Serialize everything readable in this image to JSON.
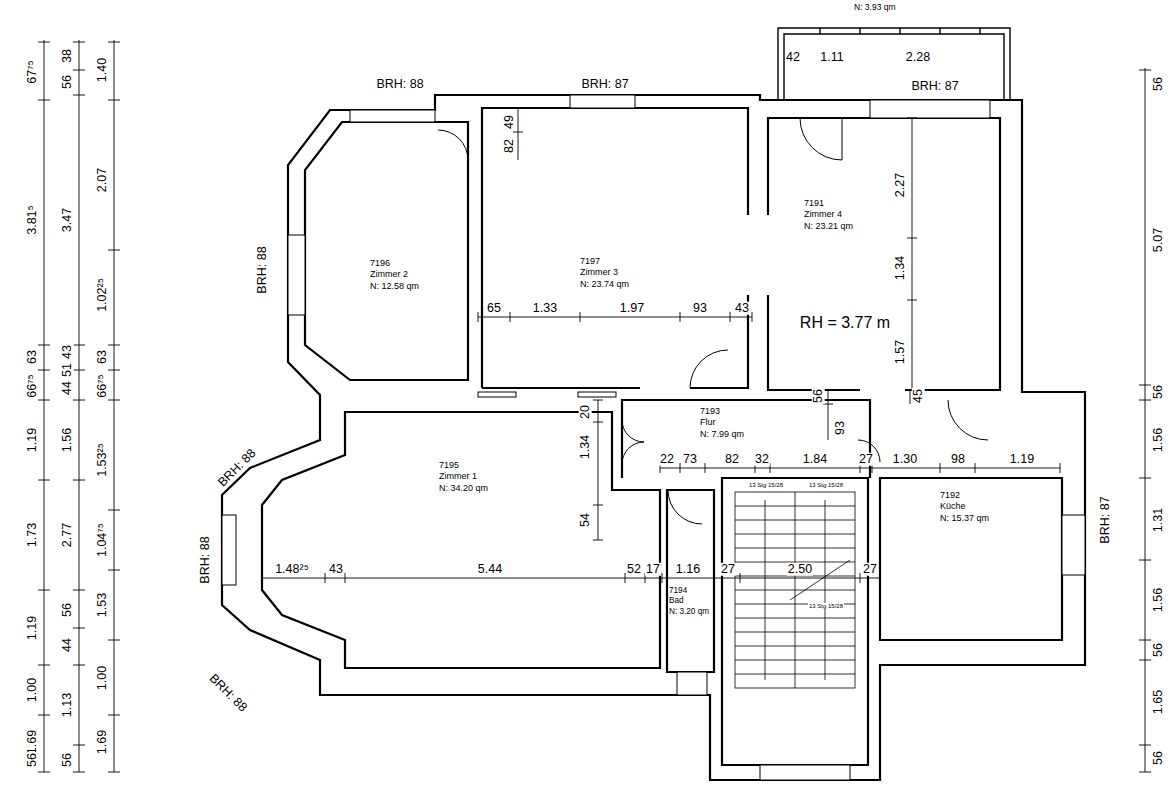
{
  "diagram": {
    "nodes": [
      {
        "text": [
          "N: 3.93 qm"
        ]
      },
      {
        "text": [
          "7196",
          "Zimmer 2",
          "N: 12.58 qm"
        ]
      },
      {
        "text": [
          "7197",
          "Zimmer 3",
          "N: 23.74 qm"
        ]
      },
      {
        "text": [
          "7191",
          "Zimmer 4",
          "N: 23.21 qm"
        ]
      },
      {
        "text": [
          "7193",
          "Flur",
          "N: 7.99 qm"
        ]
      },
      {
        "text": [
          "7195",
          "Zimmer 1",
          "N: 34.20 qm"
        ]
      },
      {
        "text": [
          "7192",
          "Küche",
          "N: 15.37 qm"
        ]
      },
      {
        "text": [
          "7194",
          "Bad",
          "N: 3.20 qm"
        ]
      }
    ],
    "labels": [
      "42",
      "1.11",
      "2.28",
      "BRH: 87",
      "BRH: 88",
      "BRH: 87",
      "49",
      "82",
      "2.27",
      "1.34",
      "1.57",
      "RH = 3.77 m",
      "65",
      "1.33",
      "1.97",
      "93",
      "43",
      "BRH: 88",
      "20",
      "1.34",
      "54",
      "56",
      "93",
      "45",
      "22",
      "73",
      "82",
      "32",
      "1.84",
      "27",
      "1.30",
      "98",
      "1.19",
      "BRH: 88",
      "BRH: 88",
      "BRH: 88",
      "1.48²⁵",
      "43",
      "5.44",
      "52",
      "17",
      "1.16",
      "27",
      "2.50",
      "27",
      "13 Stg 15/28",
      "13 Stg 15/28",
      "13 Stg 15/28",
      "BRH: 87",
      "67⁷⁵",
      "3.81⁵",
      "63",
      "66⁷⁵",
      "1.19",
      "1.73",
      "1.19",
      "1.00",
      "1.69",
      "56",
      "38",
      "56",
      "3.47",
      "43",
      "51",
      "44",
      "1.56",
      "2.77",
      "56",
      "44",
      "1.13",
      "56",
      "1.40",
      "2.07",
      "1.02²⁵",
      "63",
      "66⁷⁵",
      "1.53²⁵",
      "1.04⁷⁵",
      "1.53",
      "1.00",
      "1.69",
      "56",
      "5.07",
      "56",
      "1.56",
      "1.31",
      "1.56",
      "56",
      "1.65",
      "56"
    ]
  }
}
